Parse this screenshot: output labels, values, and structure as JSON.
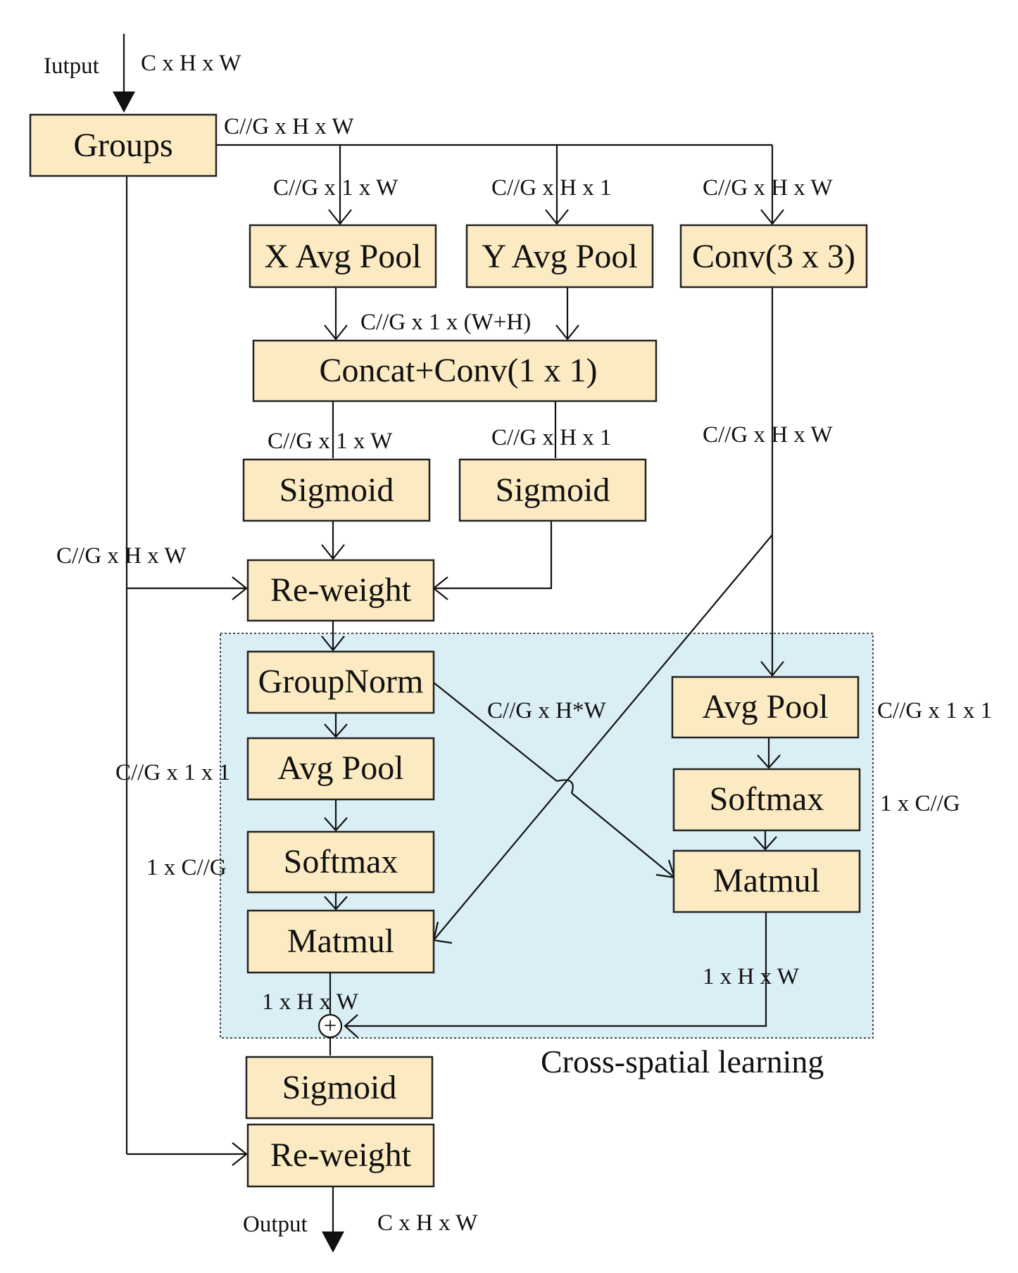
{
  "boxes": {
    "groups": "Groups",
    "x_avg_pool": "X Avg Pool",
    "y_avg_pool": "Y Avg Pool",
    "conv3x3": "Conv(3 x 3)",
    "concat_conv": "Concat+Conv(1 x 1)",
    "sigmoid_left": "Sigmoid",
    "sigmoid_right": "Sigmoid",
    "reweight_top": "Re-weight",
    "groupnorm": "GroupNorm",
    "avg_pool_left": "Avg Pool",
    "softmax_left": "Softmax",
    "matmul_left": "Matmul",
    "avg_pool_right": "Avg Pool",
    "softmax_right": "Softmax",
    "matmul_right": "Matmul",
    "sigmoid_bottom": "Sigmoid",
    "reweight_bottom": "Re-weight"
  },
  "labels": {
    "input": "Iutput",
    "input_dims": "C x H x W",
    "groups_out": "C//G x H x W",
    "x_pool_in": "C//G x 1 x W",
    "y_pool_in": "C//G x H x 1",
    "conv_in": "C//G x H x W",
    "concat_in": "C//G x 1 x (W+H)",
    "sig_left_in": "C//G x 1 x W",
    "sig_right_in": "C//G x H x 1",
    "conv_out": "C//G x H x W",
    "bypass": "C//G x H x W",
    "hw_flat": "C//G x H*W",
    "avg_right_out": "C//G x 1 x 1",
    "avg_left_out": "C//G x 1 x 1",
    "softmax_right_out": "1 x C//G",
    "softmax_left_out": "1 x C//G",
    "matmul_left_out": "1 x H x W",
    "matmul_right_out": "1 x H x W",
    "output": "Output",
    "output_dims": "C x H x W"
  },
  "region_caption": "Cross-spatial learning",
  "plus_symbol": "+"
}
